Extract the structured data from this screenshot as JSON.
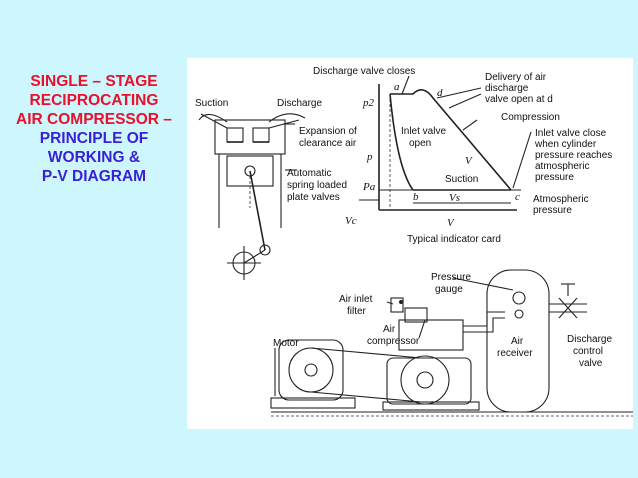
{
  "title": {
    "line1": "SINGLE – STAGE",
    "line2": "RECIPROCATING",
    "line3": "AIR COMPRESSOR –",
    "line4": "PRINCIPLE OF",
    "line5": "WORKING &",
    "line6": "P-V DIAGRAM"
  },
  "colors": {
    "background": "#cdf6fd",
    "title_red": "#e8102a",
    "title_blue": "#3a1fd8"
  },
  "diagram": {
    "suction": "Suction",
    "discharge": "Discharge",
    "expansion_1": "Expansion of",
    "expansion_2": "clearance air",
    "auto_1": "Automatic",
    "auto_2": "spring loaded",
    "auto_3": "plate valves",
    "discharge_valve_closes": "Discharge valve closes",
    "delivery_1": "Delivery of air",
    "delivery_2": "discharge",
    "delivery_3": "valve open at d",
    "compression": "Compression",
    "inlet_open_1": "Inlet valve",
    "inlet_open_2": "open",
    "inlet_close_1": "Inlet valve close",
    "inlet_close_2": "when cylinder",
    "inlet_close_3": "pressure reaches",
    "inlet_close_4": "atmospheric",
    "inlet_close_5": "pressure",
    "suction_pv": "Suction",
    "atmospheric_1": "Atmospheric",
    "atmospheric_2": "pressure",
    "typical_card": "Typical indicator card",
    "pt_a": "a",
    "pt_b": "b",
    "pt_c": "c",
    "pt_d": "d",
    "p2": "p2",
    "p": "p",
    "pa": "Pa",
    "vc": "Vc",
    "vs": "Vs",
    "v_axis": "V",
    "v_curve": "V",
    "pressure_gauge_1": "Pressure",
    "pressure_gauge_2": "gauge",
    "air_inlet_1": "Air inlet",
    "air_inlet_2": "filter",
    "air_comp_1": "Air",
    "air_comp_2": "compressor",
    "motor": "Motor",
    "air_receiver_1": "Air",
    "air_receiver_2": "receiver",
    "discharge_ctrl_1": "Discharge",
    "discharge_ctrl_2": "control",
    "discharge_ctrl_3": "valve"
  }
}
